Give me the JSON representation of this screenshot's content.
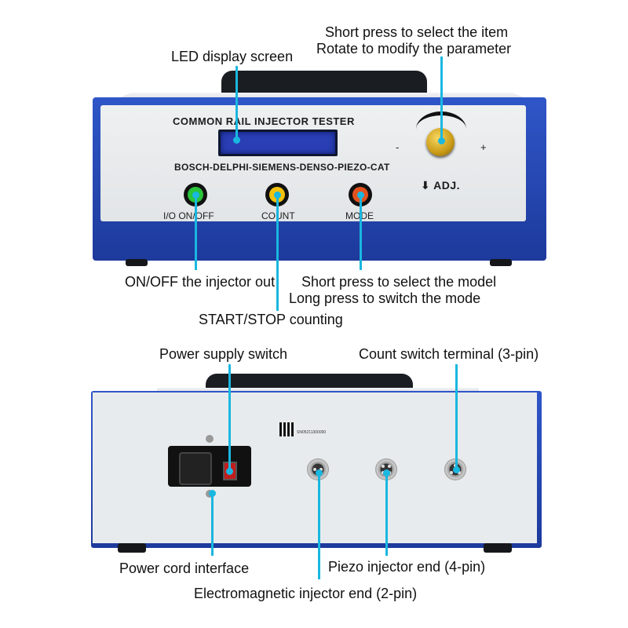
{
  "front": {
    "panel_title": "COMMON RAIL INJECTOR TESTER",
    "brands": "BOSCH-DELPHI-SIEMENS-DENSO-PIEZO-CAT",
    "minus": "-",
    "plus": "+",
    "adj": "⬇ ADJ.",
    "buttons": [
      {
        "label": "I/O ON/OFF",
        "color": "#29c43a"
      },
      {
        "label": "COUNT",
        "color": "#f2c20c"
      },
      {
        "label": "MODE",
        "color": "#e2521e"
      }
    ]
  },
  "back": {
    "sticker_text": "SN05211300000"
  },
  "callouts": {
    "knob_line1": "Short press to select the item",
    "knob_line2": "Rotate to modify the parameter",
    "led": "LED display screen",
    "onoff": "ON/OFF the injector out",
    "mode_line1": "Short press to select the model",
    "mode_line2": "Long press to switch the mode",
    "count": "START/STOP counting",
    "power_switch": "Power supply switch",
    "count_terminal": "Count switch terminal (3-pin)",
    "power_cord": "Power cord interface",
    "piezo": "Piezo injector end (4-pin)",
    "electromagnetic": "Electromagnetic injector end (2-pin)"
  },
  "colors": {
    "leader": "#1ab7e0",
    "shell": "#2344b4"
  }
}
